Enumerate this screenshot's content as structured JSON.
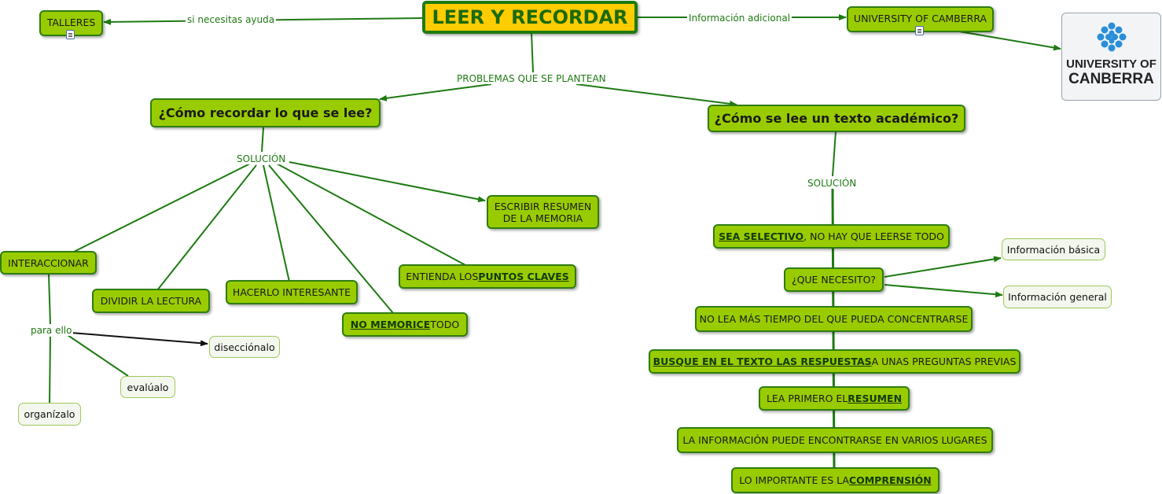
{
  "root": {
    "title": "LEER Y RECORDAR"
  },
  "help": {
    "label": "TALLERES",
    "link_text": "si necesitas ayuda"
  },
  "extra": {
    "label": "UNIVERSITY OF CAMBERRA",
    "link_text": "Información adicional"
  },
  "logo": {
    "line1": "UNIVERSITY OF",
    "line2": "CANBERRA",
    "accent": "#2a8fd8"
  },
  "problems": {
    "link_text": "PROBLEMAS QUE SE PLANTEAN"
  },
  "q1": {
    "title": "¿Cómo recordar lo que se lee?",
    "solution": "SOLUCIÓN",
    "items": {
      "interact": "INTERACCIONAR",
      "divide": "DIVIDIR LA LECTURA",
      "interesting": "HACERLO INTERESANTE",
      "no_memorize_hl": "NO MEMORICE",
      "no_memorize_rest": " TODO",
      "key_points_pre": "ENTIENDA LOS ",
      "key_points_hl": "PUNTOS CLAVES",
      "summary": "ESCRIBIR RESUMEN DE LA MEMORIA"
    },
    "para_ello": "para ello",
    "sub": {
      "dissect": "disecciónalo",
      "evaluate": "evalúalo",
      "organize": "organízalo"
    }
  },
  "q2": {
    "title": "¿Cómo se lee un texto académico?",
    "solution": "SOLUCIÓN",
    "selective_hl": "SEA SELECTIVO",
    "selective_rest": ", NO HAY QUE LEERSE TODO",
    "need": "¿QUE NECESITO?",
    "need_basic": "Información básica",
    "need_general": "Información general",
    "no_more_time": "NO LEA MÁS TIEMPO DEL QUE PUEDA CONCENTRARSE",
    "search_hl": "BUSQUE EN EL TEXTO LAS RESPUESTAS",
    "search_rest": " A UNAS PREGUNTAS PREVIAS",
    "read_first_pre": "LEA PRIMERO EL ",
    "read_first_hl": "RESUMEN",
    "info_places": "LA INFORMACIÓN PUEDE ENCONTRARSE EN VARIOS LUGARES",
    "important_pre": "LO IMPORTANTE ES LA ",
    "important_hl": "COMPRENSIÓN"
  },
  "colors": {
    "node_fill": "#99cc00",
    "node_border": "#2e7d12",
    "root_fill": "#ffcc00",
    "link": "#1e7a12",
    "leaf_fill": "#f3f7ee"
  }
}
